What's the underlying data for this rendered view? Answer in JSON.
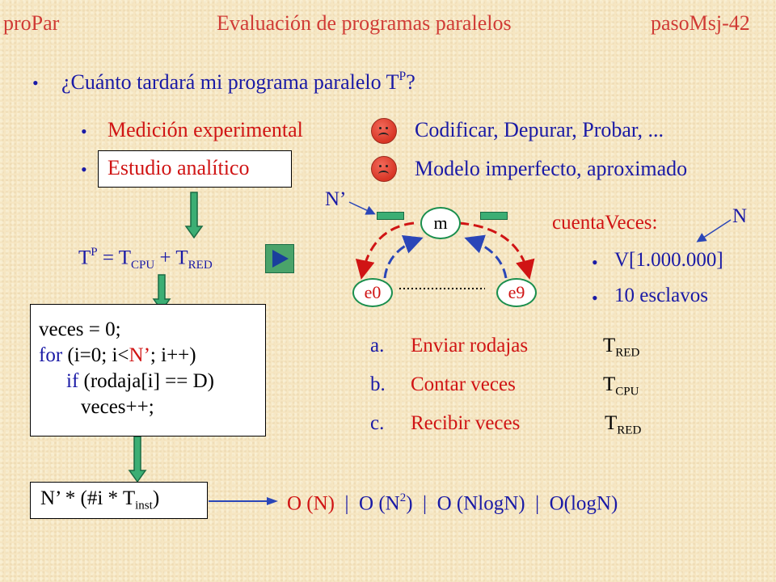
{
  "header": {
    "left": "proPar",
    "title": "Evaluación de programas paralelos",
    "right": "pasoMsj-42"
  },
  "question": {
    "text": "¿Cuánto tardará mi programa paralelo T",
    "sup": "P",
    "end": "?"
  },
  "methods": {
    "experimental": "Medición experimental",
    "analytic": "Estudio analítico",
    "experimental_note": "Codificar, Depurar, Probar, ...",
    "analytic_note": "Modelo imperfecto, aproximado"
  },
  "formula": {
    "T": "T",
    "P": "P",
    "eq": " = T",
    "cpu": "CPU",
    "plus": " + T",
    "red": "RED"
  },
  "code": {
    "line1": "veces = 0;",
    "for_kw": "for",
    "line2_a": " (i=0; i<",
    "line2_n": "N’",
    "line2_b": "; i++)",
    "if_kw": "if",
    "line3": " (rodaja[i] == D)",
    "line4": "veces++;"
  },
  "cost": {
    "prefix": "N’ * (#i * T",
    "sub": "inst",
    "suffix": ")"
  },
  "complexity": {
    "o1": "O (N)",
    "sep1": "  |  ",
    "o2a": "O (N",
    "o2sup": "2",
    "o2b": ")",
    "sep2": "  |  ",
    "o3": "O (NlogN)",
    "sep3": "  |  ",
    "o4": "O(logN)"
  },
  "diagram": {
    "n_prime": "N’",
    "master": "m",
    "slave_first": "e0",
    "slave_last": "e9",
    "n_label": "N",
    "title": "cuentaVeces:",
    "item1": "V[1.000.000]",
    "item2": "10 esclavos"
  },
  "steps": [
    {
      "letter": "a.",
      "text": "Enviar rodajas",
      "t": "T",
      "sub": "RED"
    },
    {
      "letter": "b.",
      "text": "Contar veces",
      "t": "T",
      "sub": "CPU"
    },
    {
      "letter": "c.",
      "text": "Recibir veces",
      "t": "T",
      "sub": "RED"
    }
  ],
  "bullet_char": "•",
  "colors": {
    "background": "#f6e6c2",
    "header": "#d03b35",
    "text": "#1a1aa6",
    "accent_red": "#d01414",
    "arrow_green": "#3cae74",
    "arrow_blue": "#2a46b8"
  }
}
